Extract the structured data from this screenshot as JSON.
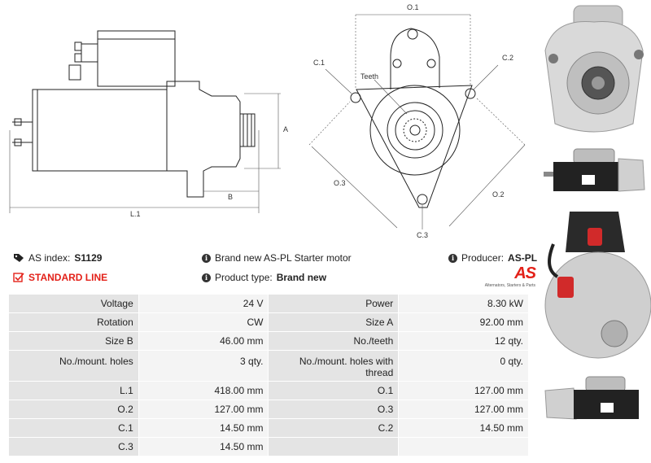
{
  "drawing": {
    "labels": {
      "a": "A",
      "b": "B",
      "l1": "L.1",
      "o1": "O.1",
      "o2": "O.2",
      "o3": "O.3",
      "c1": "C.1",
      "c2": "C.2",
      "c3": "C.3",
      "teeth": "Teeth"
    }
  },
  "info": {
    "as_index_label": "AS index:",
    "as_index_value": "S1129",
    "standard_line": "STANDARD LINE",
    "description": "Brand new AS-PL Starter motor",
    "product_type_label": "Product type:",
    "product_type_value": "Brand new",
    "producer_label": "Producer:",
    "producer_value": "AS-PL",
    "logo_text": "AS",
    "logo_subtitle": "Alternators, Starters & Parts"
  },
  "specs": [
    [
      "Voltage",
      "24 V",
      "Power",
      "8.30 kW"
    ],
    [
      "Rotation",
      "CW",
      "Size A",
      "92.00 mm"
    ],
    [
      "Size B",
      "46.00 mm",
      "No./teeth",
      "12 qty."
    ],
    [
      "No./mount. holes",
      "3 qty.",
      "No./mount. holes with thread",
      "0 qty."
    ],
    [
      "L.1",
      "418.00 mm",
      "O.1",
      "127.00 mm"
    ],
    [
      "O.2",
      "127.00 mm",
      "O.3",
      "127.00 mm"
    ],
    [
      "C.1",
      "14.50 mm",
      "C.2",
      "14.50 mm"
    ],
    [
      "C.3",
      "14.50 mm",
      "",
      ""
    ]
  ]
}
